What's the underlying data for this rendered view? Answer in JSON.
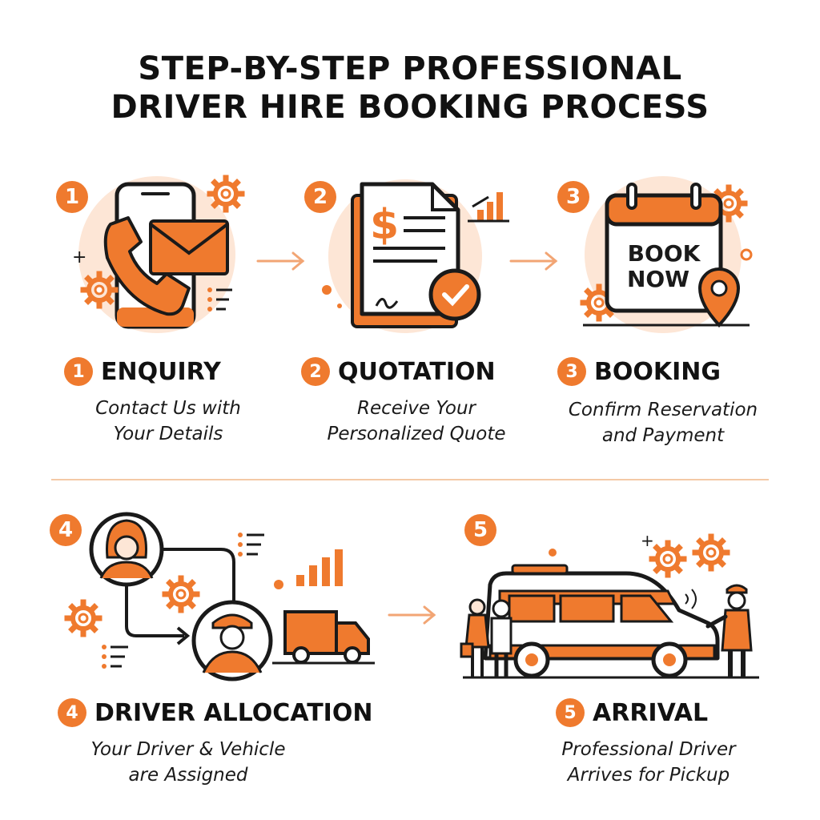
{
  "title": {
    "line1": "STEP-BY-STEP PROFESSIONAL",
    "line2": "DRIVER HIRE BOOKING PROCESS"
  },
  "colors": {
    "accent": "#ef7a2e",
    "accent_light": "#fde6d6",
    "ink": "#1a1a1a"
  },
  "steps": [
    {
      "number": "1",
      "name": "ENQUIRY",
      "desc1": "Contact Us with",
      "desc2": "Your Details",
      "icon": "phone-envelope-icon"
    },
    {
      "number": "2",
      "name": "QUOTATION",
      "desc1": "Receive Your",
      "desc2": "Personalized Quote",
      "icon": "quote-document-icon"
    },
    {
      "number": "3",
      "name": "BOOKING",
      "desc1": "Confirm Reservation",
      "desc2": "and Payment",
      "icon": "calendar-book-icon",
      "calendar_text1": "BOOK",
      "calendar_text2": "NOW"
    },
    {
      "number": "4",
      "name": "DRIVER ALLOCATION",
      "desc1": "Your Driver & Vehicle",
      "desc2": "are Assigned",
      "icon": "driver-allocation-icon"
    },
    {
      "number": "5",
      "name": "ARRIVAL",
      "desc1": "Professional Driver",
      "desc2": "Arrives for Pickup",
      "icon": "van-arrival-icon"
    }
  ]
}
